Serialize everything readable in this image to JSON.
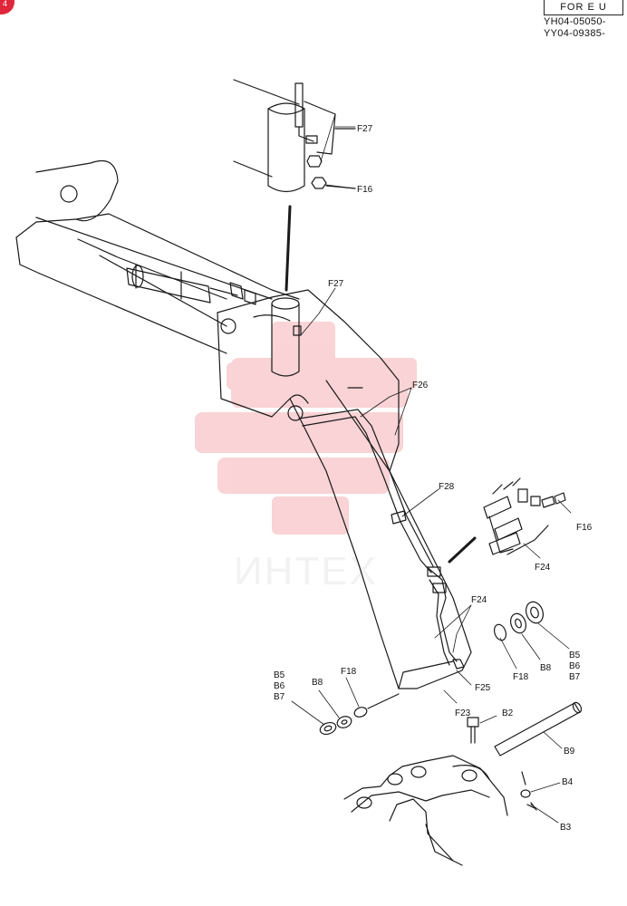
{
  "header": {
    "region_label": "FOR E U",
    "serial_1": "YH04-05050-",
    "serial_2": "YY04-09385-",
    "page_badge": "4"
  },
  "watermark": {
    "text": "ИНТЕХ",
    "color": "#e63a46"
  },
  "callouts": {
    "F27_top": "F27",
    "F16_top": "F16",
    "F27_mid": "F27",
    "F26": "F26",
    "F28": "F28",
    "F16_right": "F16",
    "F24_right": "F24",
    "F24_lower": "F24",
    "F25": "F25",
    "F23": "F23",
    "F18_left": "F18",
    "F18_right": "F18",
    "B8_left": "B8",
    "B8_right": "B8",
    "B5_left": "B5",
    "B6_left": "B6",
    "B7_left": "B7",
    "B5_right": "B5",
    "B6_right": "B6",
    "B7_right": "B7",
    "B2": "B2",
    "B9": "B9",
    "B4": "B4",
    "B3": "B3"
  }
}
